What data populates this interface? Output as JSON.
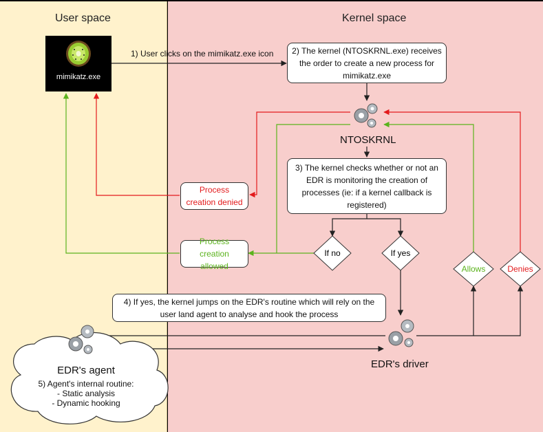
{
  "zones": {
    "user_title": "User space",
    "kernel_title": "Kernel space"
  },
  "app": {
    "name": "mimikatz.exe",
    "icon": "kiwi-icon"
  },
  "steps": {
    "step1": "1) User clicks on the mimikatz.exe icon",
    "step2": "2) The kernel (NTOSKRNL.exe) receives the order to create a new process for mimikatz.exe",
    "step3": "3) The kernel checks whether or not an EDR is monitoring the creation of processes (ie: if a kernel callback is registered)",
    "step4": "4) If yes, the kernel jumps on the EDR's routine which will rely on the user land agent to analyse and hook the process"
  },
  "nodes": {
    "ntoskrnl": "NTOSKRNL",
    "edr_driver": "EDR's driver",
    "edr_agent": "EDR's agent",
    "agent_routine_title": "5) Agent's internal routine:",
    "agent_routine_items": [
      "- Static analysis",
      "- Dynamic hooking"
    ]
  },
  "outcomes": {
    "denied": "Process creation denied",
    "allowed": "Process creation allowed"
  },
  "decisions": {
    "if_no": "If no",
    "if_yes": "If yes",
    "allows": "Allows",
    "denies": "Denies"
  },
  "colors": {
    "user_space": "#fff2cc",
    "kernel_space": "#f8cecc",
    "deny": "#e31a1c",
    "allow": "#5bb31d",
    "line": "#222222"
  }
}
